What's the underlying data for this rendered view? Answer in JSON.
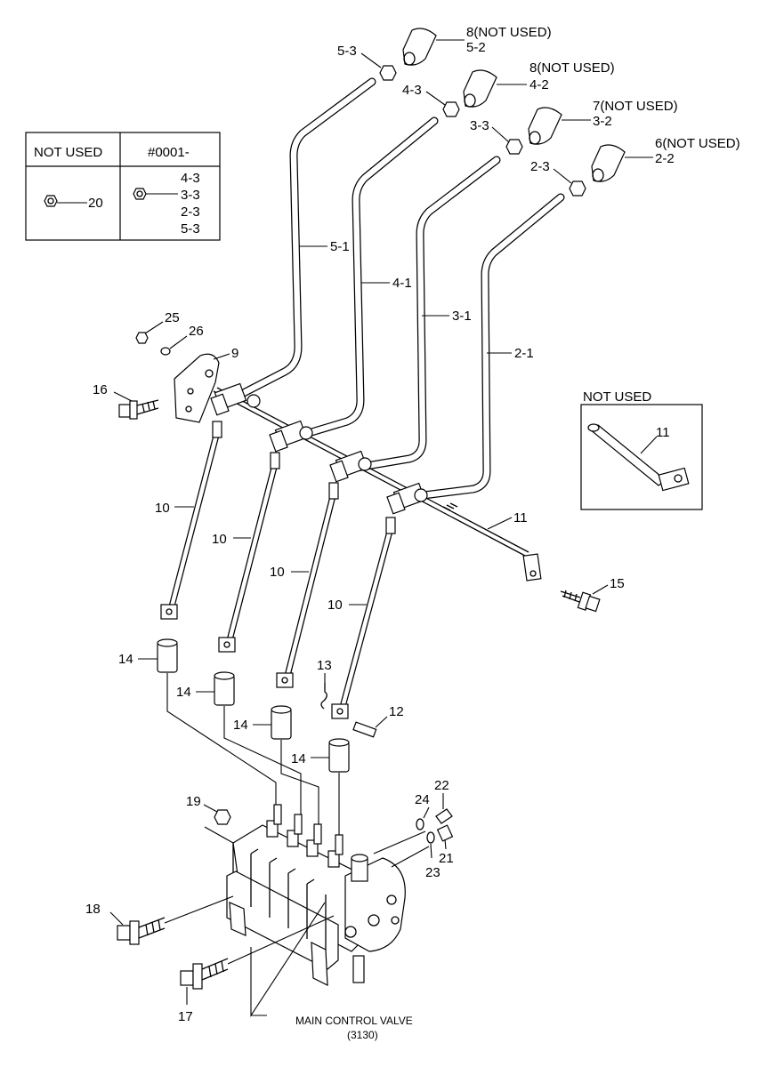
{
  "labels": {
    "c8a": "8(NOT USED)",
    "c52": "5-2",
    "c8b": "8(NOT USED)",
    "c42": "4-2",
    "c7": "7(NOT USED)",
    "c32": "3-2",
    "c6": "6(NOT USED)",
    "c22": "2-2",
    "n53": "5-3",
    "n43": "4-3",
    "n33": "3-3",
    "n23": "2-3",
    "r51": "5-1",
    "r41": "4-1",
    "r31": "3-1",
    "r21": "2-1",
    "p25": "25",
    "p26": "26",
    "p9": "9",
    "p16": "16",
    "p10a": "10",
    "p10b": "10",
    "p10c": "10",
    "p10d": "10",
    "p11": "11",
    "p15": "15",
    "p14a": "14",
    "p14b": "14",
    "p14c": "14",
    "p14d": "14",
    "p13": "13",
    "p12": "12",
    "p19": "19",
    "p22": "22",
    "p24": "24",
    "p21": "21",
    "p23": "23",
    "p18": "18",
    "p17": "17"
  },
  "table": {
    "col1_header": "NOT USED",
    "col2_header": "#0001-",
    "col1_part": "20",
    "col2_parts": [
      "4-3",
      "3-3",
      "2-3",
      "5-3"
    ]
  },
  "not_used_box": {
    "title": "NOT USED",
    "part": "11"
  },
  "main_valve": {
    "name": "MAIN CONTROL VALVE",
    "code": "(3130)"
  }
}
